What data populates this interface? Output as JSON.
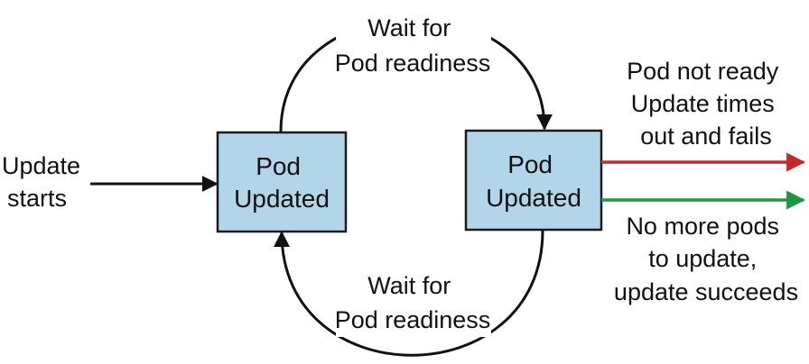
{
  "colors": {
    "box_fill": "#b3d5ea",
    "box_stroke": "#1a1a1a",
    "line": "#111111",
    "fail_arrow": "#c6282b",
    "success_arrow": "#1b9846"
  },
  "start": {
    "line1": "Update",
    "line2": "starts"
  },
  "box_left": {
    "line1": "Pod",
    "line2": "Updated"
  },
  "box_right": {
    "line1": "Pod",
    "line2": "Updated"
  },
  "top_loop": {
    "line1": "Wait for",
    "line2": "Pod readiness"
  },
  "bottom_loop": {
    "line1": "Wait for",
    "line2": "Pod readiness"
  },
  "fail_outcome": {
    "line1": "Pod not ready",
    "line2": "Update times",
    "line3": "out and fails"
  },
  "success_outcome": {
    "line1": "No more pods",
    "line2": "to update,",
    "line3": "update succeeds"
  }
}
